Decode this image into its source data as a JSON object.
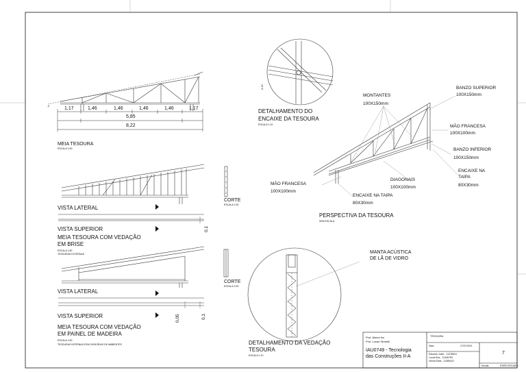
{
  "dimensions": {
    "segments": [
      "1,17",
      "1,46",
      "1,46",
      "1,46",
      "1,46",
      "1,17"
    ],
    "middle": "5,85",
    "total": "8,22",
    "left_small": ",6"
  },
  "half_truss": {
    "title": "MEIA TESOURA",
    "scale": "ESCALA 1:50"
  },
  "detail_joint": {
    "title_line1": "DETALHAMENTO DO",
    "title_line2": "ENCAIXE DA TESOURA",
    "scale": "ESCALA 1:10",
    "dim": "0,10"
  },
  "perspective": {
    "title": "PERSPECTIVA DA TESOURA",
    "scale": "SEM ESCALA",
    "labels": {
      "montantes": "MONTANTES",
      "montantes_size": "100X150mm",
      "banzo_superior": "BANZO SUPERIOR",
      "banzo_superior_size": "100X150mm",
      "mao_francesa_right": "MÃO FRANCESA",
      "mao_francesa_right_size": "100X100mm",
      "banzo_inferior": "BANZO INFERIOR",
      "banzo_inferior_size": "100X150mm",
      "encaixe_taipa_right_1": "ENCAIXE NA",
      "encaixe_taipa_right_2": "TAIPA",
      "encaixe_taipa_right_size": "80X30mm",
      "diagonais": "DIAGONAIS",
      "diagonais_size": "100X100mm",
      "mao_francesa_left": "MÃO FRANCESA",
      "mao_francesa_left_size": "100X100mm",
      "encaixe_taipa_mid": "ENCAIXE NA TAIPA",
      "encaixe_taipa_mid_size": "80X30mm"
    }
  },
  "brise": {
    "vista_lateral": "VISTA LATERAL",
    "vista_superior": "VISTA SUPERIOR",
    "title_line1": "MEIA TESOURA COM VEDAÇÃO",
    "title_line2": "EM BRISE",
    "scale": "ESCALA 1:50",
    "note": "TESOURAS EXTERNAS",
    "corte": "CORTE",
    "corte_scale": "ESCALA 1:50",
    "dim": "0,1"
  },
  "madeira": {
    "vista_lateral": "VISTA LATERAL",
    "vista_superior": "VISTA SUPERIOR",
    "title_line1": "MEIA TESOURA COM VEDAÇÃO",
    "title_line2": "EM PAINEL DE MADEIRA",
    "scale": "ESCALA 1:50",
    "note": "TESOURAS INTERNAS ESN DIVISORIAS DE AMBIENTES",
    "corte": "CORTE",
    "corte_scale": "ESCALA 1:50",
    "dim_a": "0,05",
    "dim_b": "0,1"
  },
  "detail_seal": {
    "label_line1": "MANTA ACÚSTICA",
    "label_line2": "DE LÃ DE VIDRO",
    "title_line1": "DETALHAMENTO DA VEDAÇÃO",
    "title_line2": "TESOURA",
    "scale": "ESCALA 1:10"
  },
  "title_block": {
    "prof1": "Prof. Akemi Ino",
    "prof2": "Prof. Lucas Strambi",
    "course_line1": "IAU0749 - Tecnologia",
    "course_line2": "das Construções II-A",
    "sheet_title": "TESOURA",
    "date_label": "Data",
    "date": "27/07/2021",
    "student1": "Eduardo Jukie - 11378624",
    "student2": "Lucas Bus - 11346759",
    "student3": "Vitória Elias - 11389422",
    "sheet_number": "7",
    "escala_label": "Escala",
    "escala_value": "ESPECIFICADO"
  }
}
